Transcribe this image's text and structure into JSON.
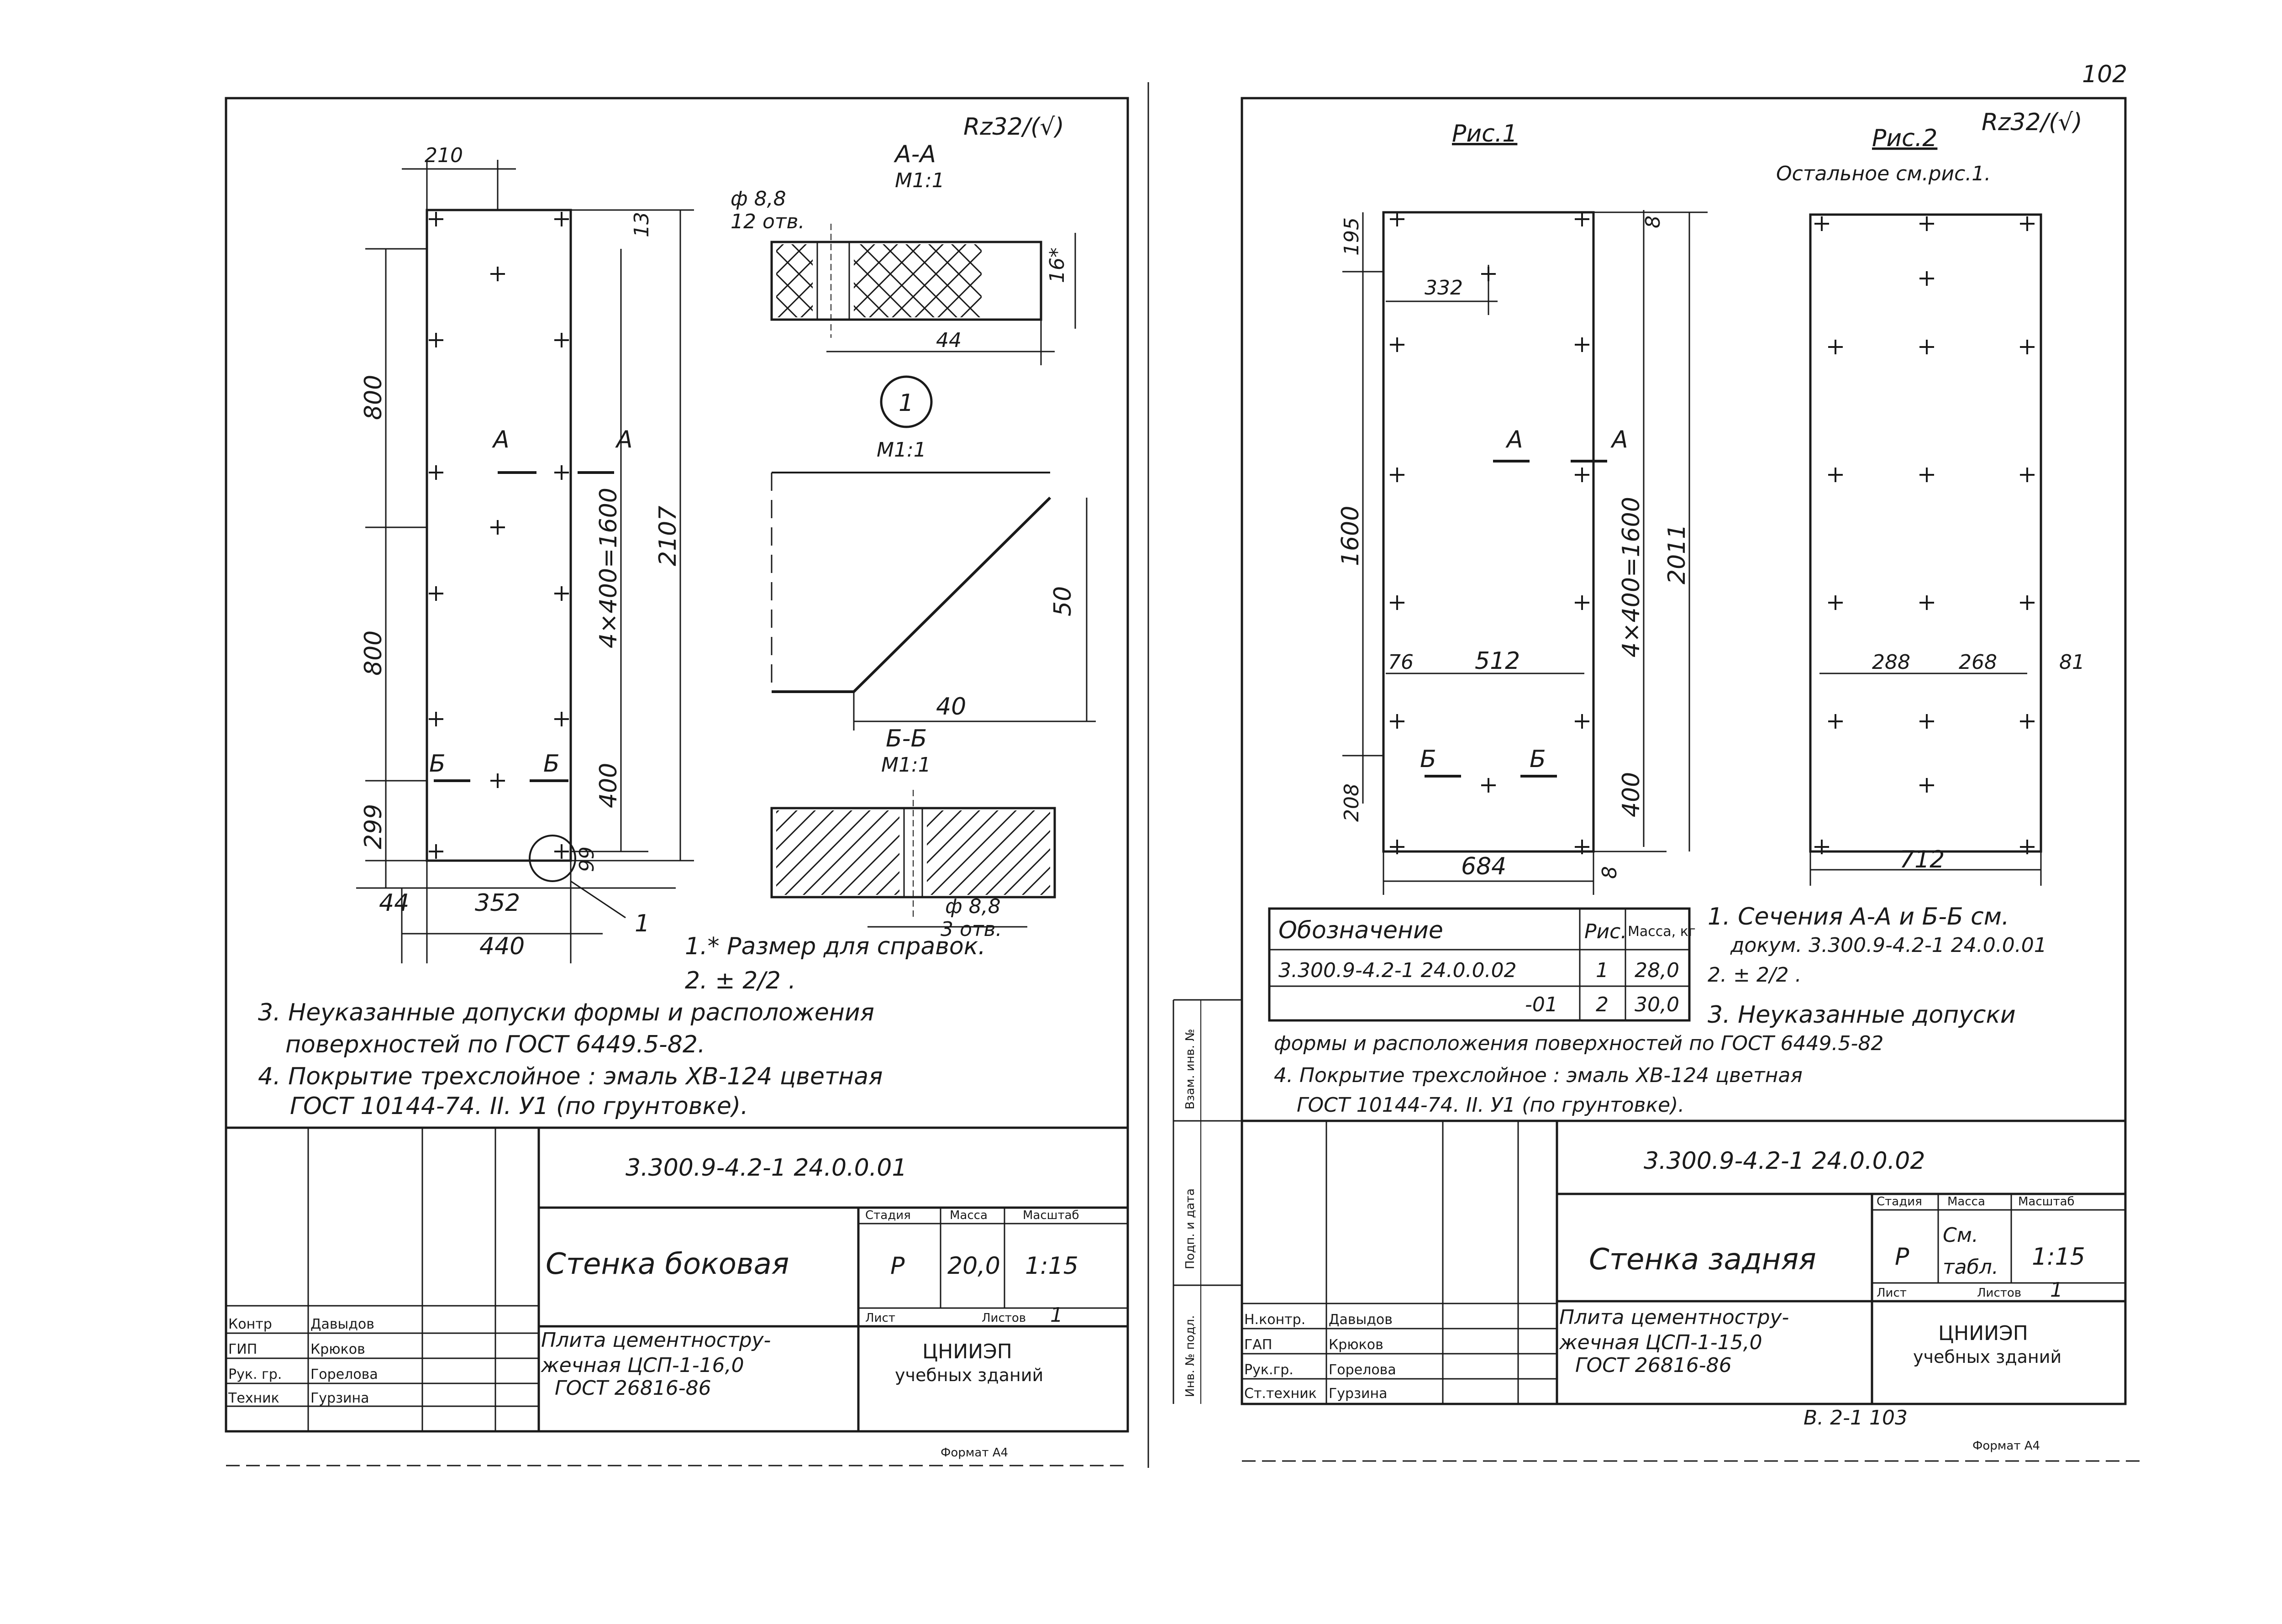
{
  "page_number": "102",
  "bottom_code": "В. 2-1  103",
  "sheet1": {
    "roughness": "Rz32/(√)",
    "section_aa_label": "А-А",
    "section_aa_scale": "М1:1",
    "hole_callout": "ф 8,8",
    "hole_callout_count": "12 отв.",
    "dim_16": "16*",
    "dim_44_small": "44",
    "detail_num": "1",
    "detail_scale": "М1:1",
    "dim_50": "50",
    "dim_40": "40",
    "section_bb_label": "Б-Б",
    "section_bb_scale": "М1:1",
    "hole_callout2": "ф 8,8",
    "hole_callout2_count": "3 отв.",
    "dim_210": "210",
    "dim_800a": "800",
    "dim_800b": "800",
    "dim_299": "299",
    "dim_44": "44",
    "dim_352": "352",
    "dim_440": "440",
    "dim_2107": "2107",
    "dim_4x400": "4×400=1600",
    "dim_400": "400",
    "dim_99": "99",
    "dim_13": "13",
    "leader_1": "1",
    "cut_a": "А",
    "cut_b": "Б",
    "note1": "1.* Размер для справок.",
    "note2": "2. ± 2/2 .",
    "note3a": "3. Неуказанные допуски формы и расположения",
    "note3b": "поверхностей по ГОСТ 6449.5-82.",
    "note4a": "4. Покрытие трехслойное : эмаль ХВ-124 цветная",
    "note4b": "ГОСТ 10144-74. II. У1 (по грунтовке).",
    "doc_code": "3.300.9-4.2-1 24.0.0.01",
    "title": "Стенка боковая",
    "stage_hdr": "Стадия",
    "mass_hdr": "Масса",
    "scale_hdr": "Масштаб",
    "stage": "Р",
    "mass": "20,0",
    "scale": "1:15",
    "sheet_hdr": "Лист",
    "sheets_hdr": "Листов",
    "sheets": "1",
    "material_1": "Плита цементностру-",
    "material_2": "жечная ЦСП-1-16,0",
    "material_3": "ГОСТ 26816-86",
    "org_1": "ЦНИИЭП",
    "org_2": "учебных зданий",
    "roles": [
      "Контр",
      "ГИП",
      "Рук. гр.",
      "Техник"
    ],
    "names": [
      "Давыдов",
      "Крюков",
      "Горелова",
      "Гурзина"
    ],
    "format": "Формат А4"
  },
  "sheet2": {
    "fig1": "Рис.1",
    "fig2": "Рис.2",
    "roughness": "Rz32/(√)",
    "rest_note": "Остальное см.рис.1.",
    "dim_195": "195",
    "dim_332": "332",
    "dim_8": "8",
    "dim_1600": "1600",
    "dim_2011": "2011",
    "dim_4x400": "4×400=1600",
    "dim_76": "76",
    "dim_512": "512",
    "dim_400": "400",
    "dim_208": "208",
    "dim_684": "684",
    "dim_8b": "8",
    "dim_288": "288",
    "dim_268": "268",
    "dim_81": "81",
    "dim_712": "712",
    "cut_a": "А",
    "cut_b": "Б",
    "table_headers": [
      "Обозначение",
      "Рис.",
      "Масса, кг"
    ],
    "table_rows": [
      [
        "3.300.9-4.2-1 24.0.0.02",
        "1",
        "28,0"
      ],
      [
        "-01",
        "2",
        "30,0"
      ]
    ],
    "note1a": "1. Сечения А-А и Б-Б см.",
    "note1b": "докум. 3.300.9-4.2-1 24.0.0.01",
    "note2": "2. ± 2/2 .",
    "note3a": "3. Неуказанные допуски",
    "note3b": "формы и расположения поверхностей по ГОСТ 6449.5-82",
    "note4a": "4. Покрытие трехслойное : эмаль ХВ-124 цветная",
    "note4b": "ГОСТ 10144-74. II. У1 (по грунтовке).",
    "doc_code": "3.300.9-4.2-1 24.0.0.02",
    "title": "Стенка задняя",
    "stage_hdr": "Стадия",
    "mass_hdr": "Масса",
    "scale_hdr": "Масштаб",
    "stage": "Р",
    "mass_1": "См.",
    "mass_2": "табл.",
    "scale": "1:15",
    "sheet_hdr": "Лист",
    "sheets_hdr": "Листов",
    "sheets": "1",
    "material_1": "Плита цементностру-",
    "material_2": "жечная ЦСП-1-15,0",
    "material_3": "ГОСТ 26816-86",
    "org_1": "ЦНИИЭП",
    "org_2": "учебных зданий",
    "roles": [
      "Н.контр.",
      "ГАП",
      "Рук.гр.",
      "Ст.техник"
    ],
    "names": [
      "Давыдов",
      "Крюков",
      "Горелова",
      "Гурзина"
    ],
    "side_labels": [
      "Взам. инв. №",
      "Подп. и дата",
      "Инв. № подл."
    ],
    "format": "Формат А4"
  },
  "colors": {
    "ink": "#1a1a1a",
    "paper": "#ffffff"
  }
}
